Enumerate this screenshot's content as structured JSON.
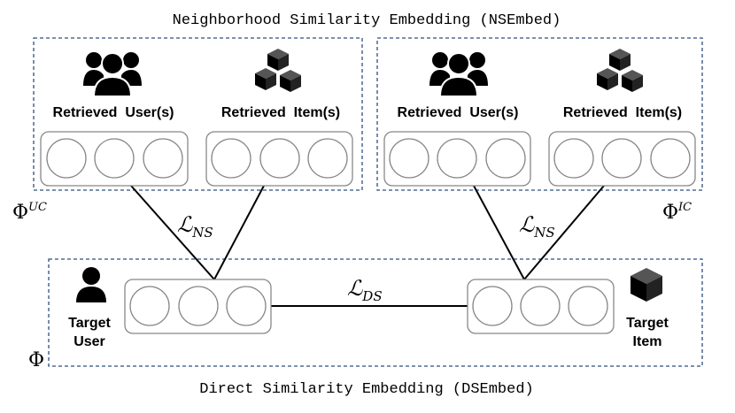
{
  "titles": {
    "top": "Neighborhood Similarity Embedding (NSEmbed)",
    "bottom": "Direct Similarity Embedding (DSEmbed)"
  },
  "labels": {
    "retrieved_users": "Retrieved  User(s)",
    "retrieved_items": "Retrieved  Item(s)",
    "target_user_line1": "Target",
    "target_user_line2": "User",
    "target_item_line1": "Target",
    "target_item_line2": "Item"
  },
  "math": {
    "loss_base": "ℒ",
    "loss_ns_sub": "NS",
    "loss_ds_sub": "DS",
    "phi": "Φ",
    "phi_uc_sup": "UC",
    "phi_ic_sup": "IC"
  },
  "icons": {
    "users": "users-group-icon",
    "items": "cubes-icon",
    "user": "user-icon",
    "item": "cube-icon"
  },
  "colors": {
    "dashed_border": "#2f4f7f",
    "node_border": "#888888",
    "ink": "#000000"
  }
}
